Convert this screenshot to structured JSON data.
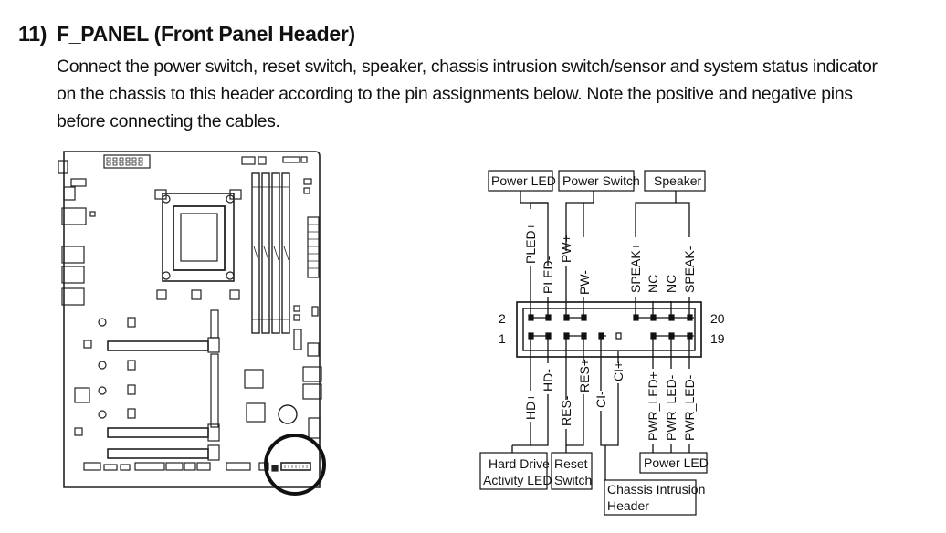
{
  "section": {
    "number": "11)",
    "title": "F_PANEL (Front Panel Header)"
  },
  "description": {
    "line1": "Connect the power switch, reset switch, speaker, chassis intrusion switch/sensor and system status indicator",
    "line2": "on the chassis to this header according to the pin assignments below. Note the positive and negative pins",
    "line3": "before connecting the cables."
  },
  "header_diagram": {
    "pin_numbers": {
      "top_left": "2",
      "bottom_left": "1",
      "top_right": "20",
      "bottom_right": "19"
    },
    "top_groups": {
      "power_led": "Power LED",
      "power_switch": "Power Switch",
      "speaker": "Speaker"
    },
    "top_pins": {
      "pled_plus": "PLED+",
      "pled_minus": "PLED-",
      "pw_plus": "PW+",
      "pw_minus": "PW-",
      "speak_plus": "SPEAK+",
      "nc1": "NC",
      "nc2": "NC",
      "speak_minus": "SPEAK-"
    },
    "bottom_pins": {
      "hd_plus": "HD+",
      "hd_minus": "HD-",
      "res_minus": "RES-",
      "res_plus": "RES+",
      "ci_minus": "CI-",
      "ci_plus": "CI+",
      "pwr_led_plus": "PWR_LED+",
      "pwr_led_minus1": "PWR_LED-",
      "pwr_led_minus2": "PWR_LED-"
    },
    "bottom_groups": {
      "hdd_line1": "Hard Drive",
      "hdd_line2": "Activity LED",
      "reset_line1": "Reset",
      "reset_line2": "Switch",
      "chassis_line1": "Chassis Intrusion",
      "chassis_line2": "Header",
      "power_led": "Power LED"
    }
  }
}
